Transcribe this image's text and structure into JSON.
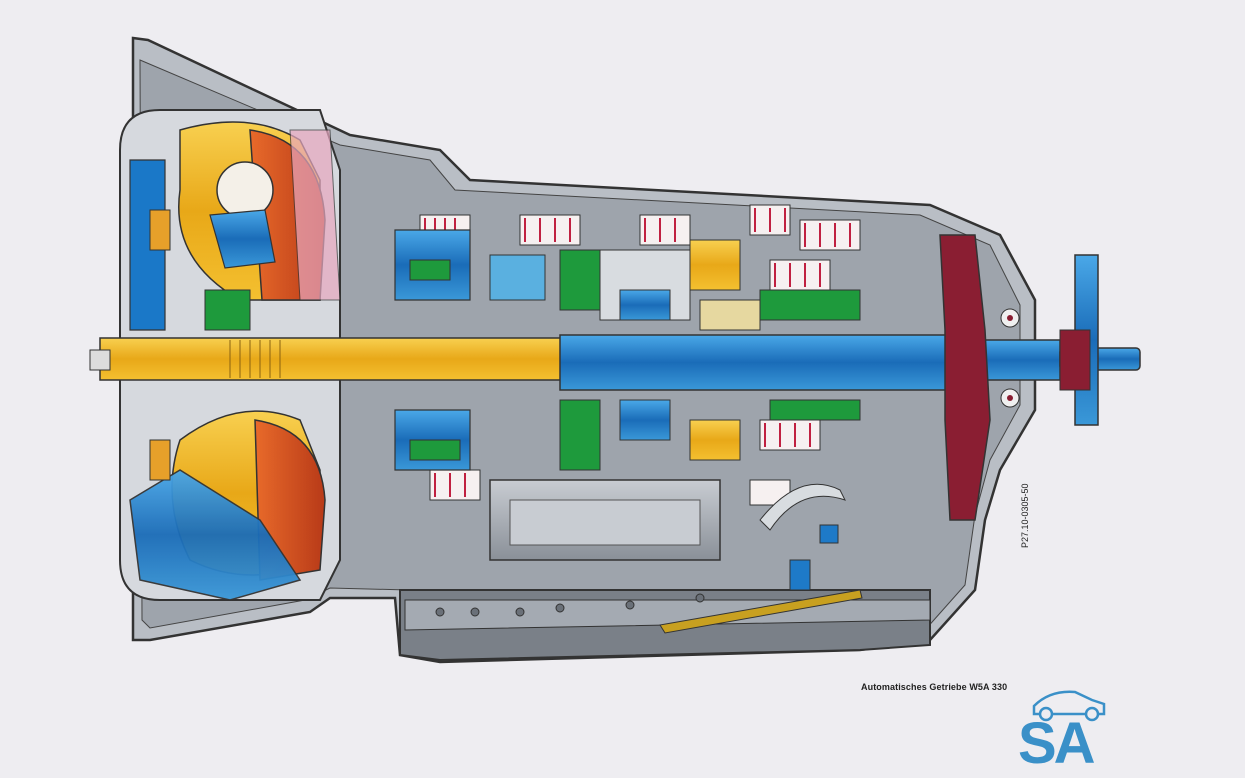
{
  "caption": "Automatisches Getriebe W5A 330",
  "drawing_number": "P27.10-0305-50",
  "logo": {
    "text": "SA",
    "icon": "car-icon",
    "color": "#3a90c8"
  },
  "colors": {
    "background": "#eeedf1",
    "housing": "#9aa0a8",
    "yellow": "#f2b322",
    "blue": "#1e7ac8",
    "red": "#d64a1e",
    "green": "#1e9a3c",
    "maroon": "#8a1e32",
    "pink": "#e8a8c0"
  }
}
